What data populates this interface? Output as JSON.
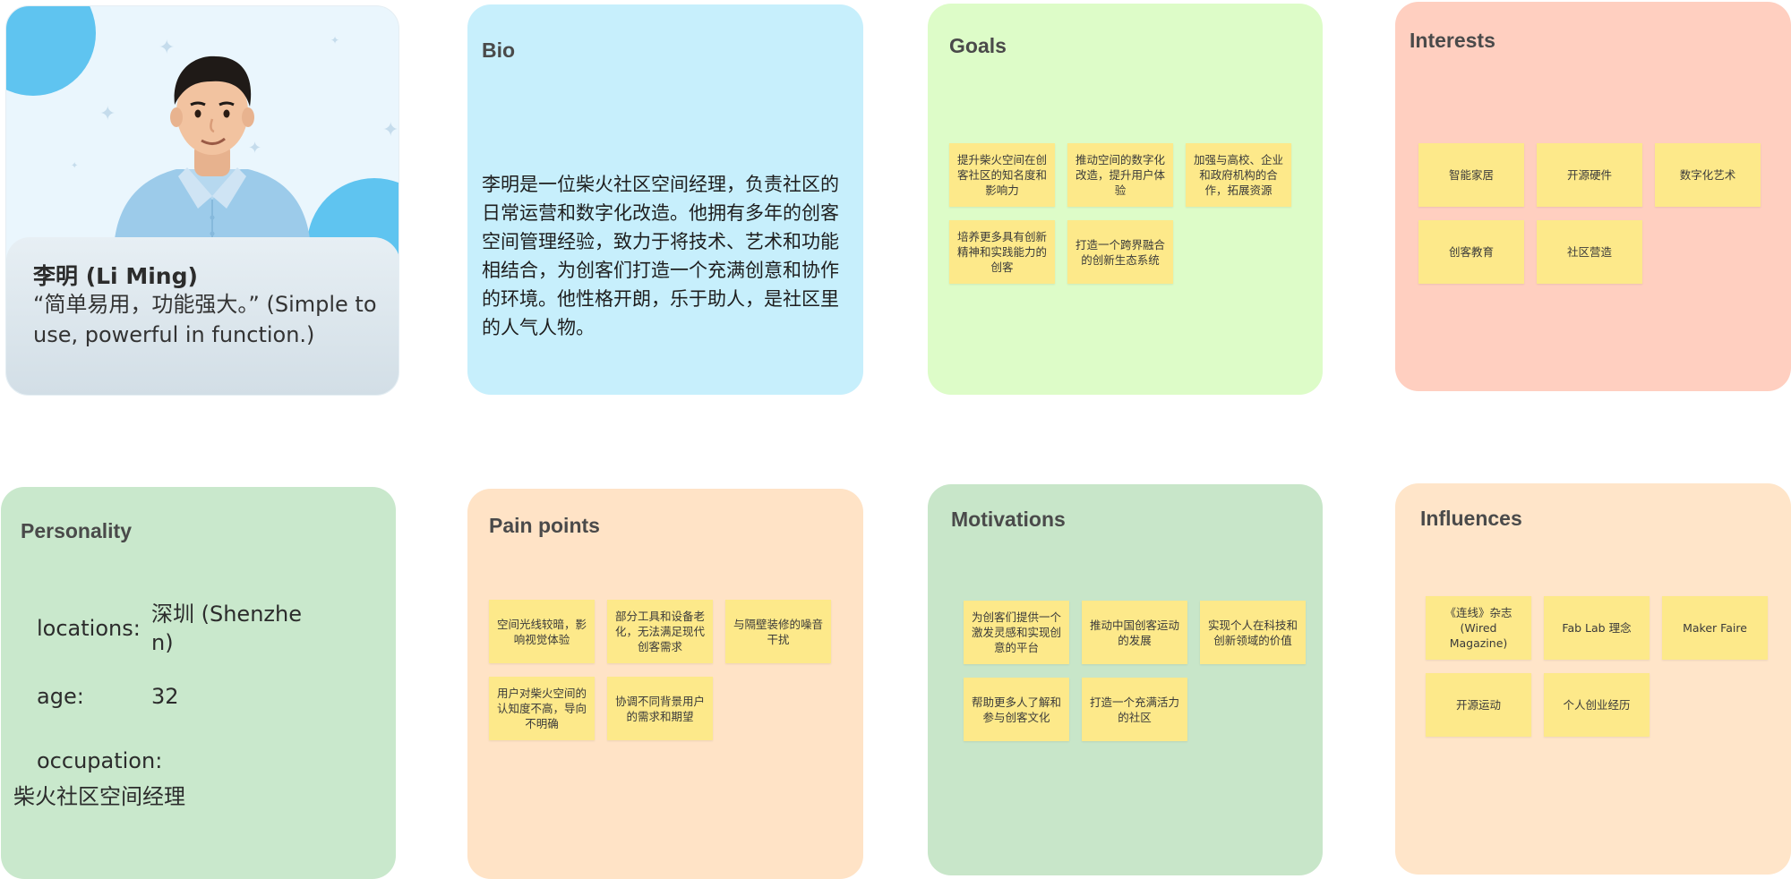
{
  "profile": {
    "name": "李明 (Li Ming)",
    "quote": "“简单易用，功能强大。” (Simple to use, powerful in function.)"
  },
  "bio": {
    "title": "Bio",
    "text": "李明是一位柴火社区空间经理，负责社区的日常运营和数字化改造。他拥有多年的创客空间管理经验，致力于将技术、艺术和功能相结合，为创客们打造一个充满创意和协作的环境。他性格开朗，乐于助人，是社区里的人气人物。"
  },
  "goals": {
    "title": "Goals",
    "items": [
      "提升柴火空间在创客社区的知名度和影响力",
      "推动空间的数字化改造，提升用户体验",
      "加强与高校、企业和政府机构的合作，拓展资源",
      "培养更多具有创新精神和实践能力的创客",
      "打造一个跨界融合的创新生态系统"
    ]
  },
  "interests": {
    "title": "Interests",
    "items": [
      "智能家居",
      "开源硬件",
      "数字化艺术",
      "创客教育",
      "社区营造"
    ]
  },
  "personality": {
    "title": "Personality",
    "location_label": "locations:",
    "location_value": "深圳 (Shenzhen)",
    "age_label": "age:",
    "age_value": "32",
    "occupation_label": "occupation:",
    "occupation_value": "柴火社区空间经理"
  },
  "pain_points": {
    "title": "Pain points",
    "items": [
      "空间光线较暗，影响视觉体验",
      "部分工具和设备老化，无法满足现代创客需求",
      "与隔壁装修的噪音干扰",
      "用户对柴火空间的认知度不高，导向不明确",
      "协调不同背景用户的需求和期望"
    ]
  },
  "motivations": {
    "title": "Motivations",
    "items": [
      "为创客们提供一个激发灵感和实现创意的平台",
      "推动中国创客运动的发展",
      "实现个人在科技和创新领域的价值",
      "帮助更多人了解和参与创客文化",
      "打造一个充满活力的社区"
    ]
  },
  "influences": {
    "title": "Influences",
    "items": [
      "《连线》杂志 (Wired Magazine)",
      "Fab Lab 理念",
      "Maker Faire",
      "开源运动",
      "个人创业经历"
    ]
  },
  "colors": {
    "sticky": "#fde98a",
    "bio_bg": "#c7effc",
    "goals_bg": "#ddfcc8",
    "interests_bg": "#ffcfc0",
    "personality_bg": "#c9e8cc",
    "pain_bg": "#ffe3c6",
    "motivations_bg": "#c8e6c9",
    "influences_bg": "#ffe5c9",
    "accent_blue": "#5fc4f0"
  }
}
